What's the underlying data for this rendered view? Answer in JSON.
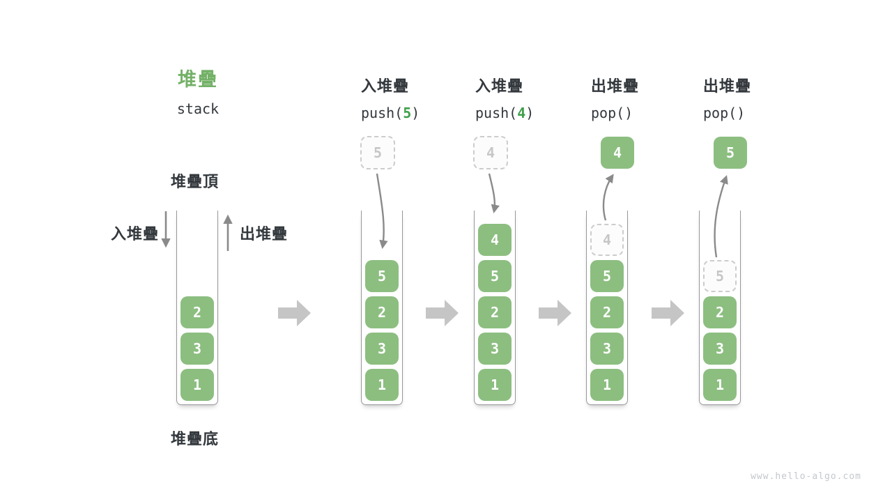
{
  "title": {
    "zh": "堆疊",
    "en": "stack"
  },
  "side_labels": {
    "stack_top": "堆疊頂",
    "stack_bottom": "堆疊底",
    "push": "入堆疊",
    "pop": "出堆疊"
  },
  "watermark": "www.hello-algo.com",
  "colors": {
    "cell_green": "#8cbe80",
    "title_green": "#74b168",
    "code_green": "#3f9f4a",
    "text_dark": "#33383d",
    "arrow_gray": "#8a8a8a",
    "block_arrow_gray": "#c5c5c5",
    "ghost_gray": "#c6c6c6",
    "wall_gray": "#97979b"
  },
  "columns": [
    {
      "name": "initial-state",
      "stack": [
        "2",
        "3",
        "1"
      ]
    },
    {
      "name": "push-5",
      "header": {
        "label": "入堆疊",
        "code_before": "push(",
        "code_value": "5",
        "code_after": ")"
      },
      "incoming_value": "5",
      "stack": [
        "5",
        "2",
        "3",
        "1"
      ]
    },
    {
      "name": "push-4",
      "header": {
        "label": "入堆疊",
        "code_before": "push(",
        "code_value": "4",
        "code_after": ")"
      },
      "incoming_value": "4",
      "stack": [
        "4",
        "5",
        "2",
        "3",
        "1"
      ]
    },
    {
      "name": "pop-4",
      "header": {
        "label": "出堆疊",
        "code_before": "pop(",
        "code_value": "",
        "code_after": ")"
      },
      "outgoing_value": "4",
      "ghost_value": "4",
      "stack": [
        "5",
        "2",
        "3",
        "1"
      ]
    },
    {
      "name": "pop-5",
      "header": {
        "label": "出堆疊",
        "code_before": "pop(",
        "code_value": "",
        "code_after": ")"
      },
      "outgoing_value": "5",
      "ghost_value": "5",
      "stack": [
        "2",
        "3",
        "1"
      ]
    }
  ]
}
